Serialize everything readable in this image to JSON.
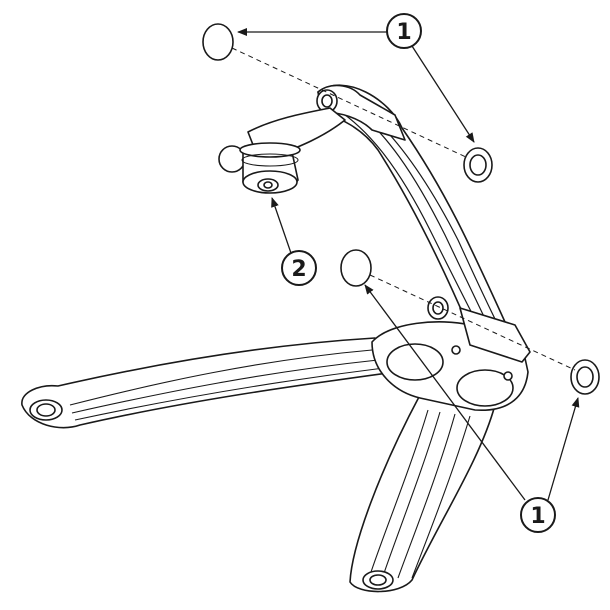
{
  "callouts": {
    "cap_top": "1",
    "bushing_part": "2",
    "cap_bottom": "1"
  },
  "colors": {
    "line": "#1a1a1a",
    "background": "#ffffff"
  }
}
